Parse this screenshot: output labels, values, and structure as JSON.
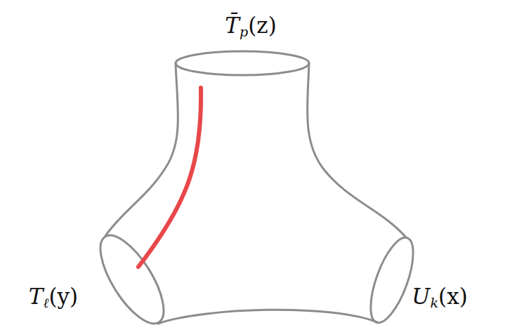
{
  "diagram": {
    "labels": [
      "T̄p(z)",
      "Tℓ(y)",
      "Uk(x)"
    ]
  }
}
